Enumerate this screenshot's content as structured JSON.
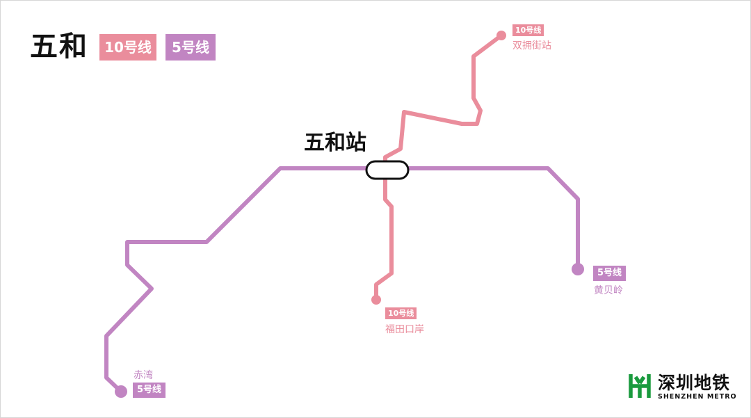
{
  "colors": {
    "line10": "#ea8d9c",
    "line5": "#c185c2",
    "brand": "#1a9a3e",
    "text": "#111111"
  },
  "header": {
    "title": "五和",
    "legend": [
      {
        "label": "10号线",
        "color": "#ea8d9c"
      },
      {
        "label": "5号线",
        "color": "#c185c2"
      }
    ]
  },
  "interchange": {
    "name": "五和站"
  },
  "terminals": [
    {
      "id": "shuangyongjie",
      "line": "10号线",
      "name": "双拥街站",
      "color": "#ea8d9c"
    },
    {
      "id": "futiankouan",
      "line": "10号线",
      "name": "福田口岸",
      "color": "#ea8d9c"
    },
    {
      "id": "huangbeiling",
      "line": "5号线",
      "name": "黄贝岭",
      "color": "#c185c2"
    },
    {
      "id": "chiwan",
      "line": "5号线",
      "name": "赤湾",
      "color": "#c185c2"
    }
  ],
  "brand": {
    "name_cn": "深圳地铁",
    "name_en": "SHENZHEN METRO",
    "logo_icon": "shenzhen-metro-logo-icon"
  }
}
